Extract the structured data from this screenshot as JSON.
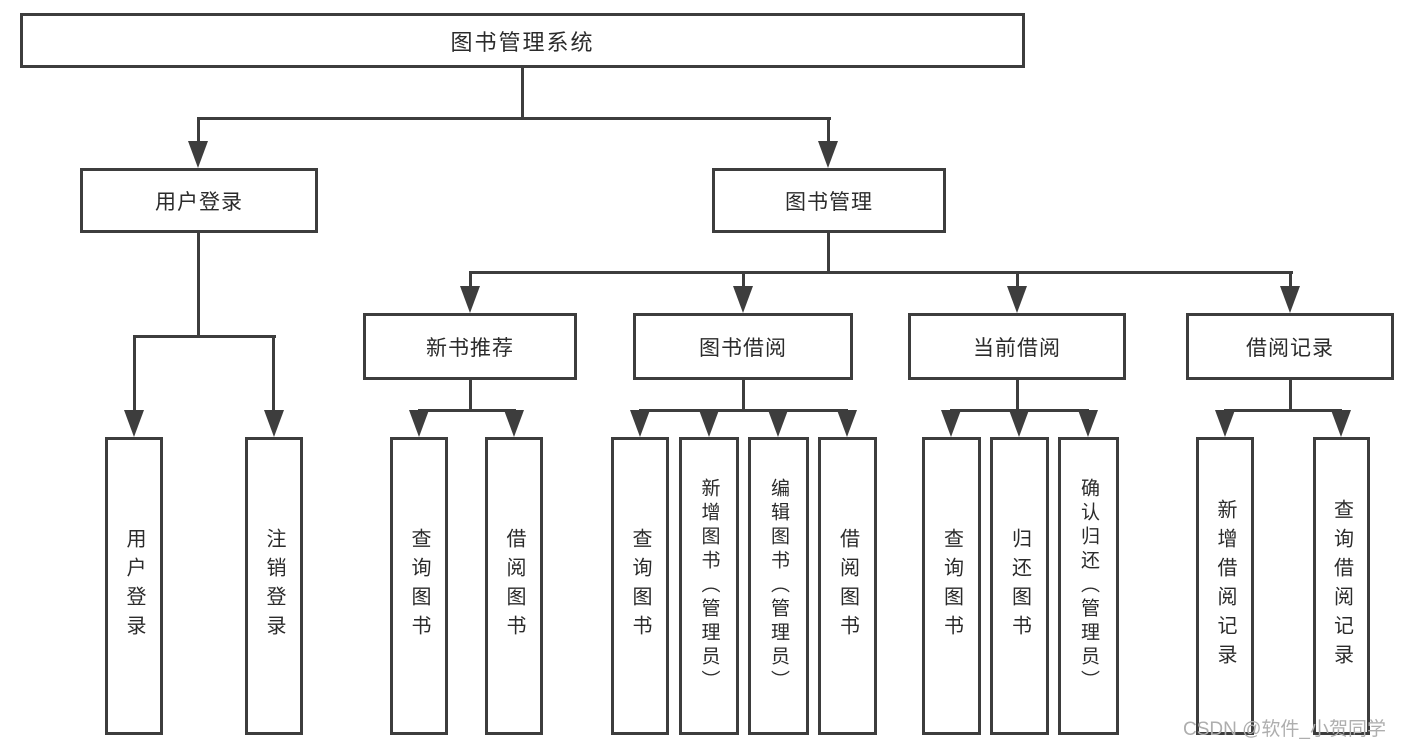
{
  "diagram": {
    "title": "图书管理系统",
    "tree": {
      "root": {
        "label": "图书管理系统"
      },
      "children": [
        {
          "label": "用户登录",
          "children": [
            {
              "label": "用户登录"
            },
            {
              "label": "注销登录"
            }
          ]
        },
        {
          "label": "图书管理",
          "children": [
            {
              "label": "新书推荐",
              "children": [
                {
                  "label": "查询图书"
                },
                {
                  "label": "借阅图书"
                }
              ]
            },
            {
              "label": "图书借阅",
              "children": [
                {
                  "label": "查询图书"
                },
                {
                  "label": "新增图书（管理员）"
                },
                {
                  "label": "编辑图书（管理员）"
                },
                {
                  "label": "借阅图书"
                }
              ]
            },
            {
              "label": "当前借阅",
              "children": [
                {
                  "label": "查询图书"
                },
                {
                  "label": "归还图书"
                },
                {
                  "label": "确认归还（管理员）"
                }
              ]
            },
            {
              "label": "借阅记录",
              "children": [
                {
                  "label": "新增借阅记录"
                },
                {
                  "label": "查询借阅记录"
                }
              ]
            }
          ]
        }
      ]
    }
  },
  "watermark": {
    "text": "CSDN @软件_小贺同学"
  },
  "style": {
    "line_color": "#3d3d3d",
    "text_color": "#2b2b2b",
    "watermark_color": "#aeaeae",
    "background_color": "#ffffff"
  }
}
